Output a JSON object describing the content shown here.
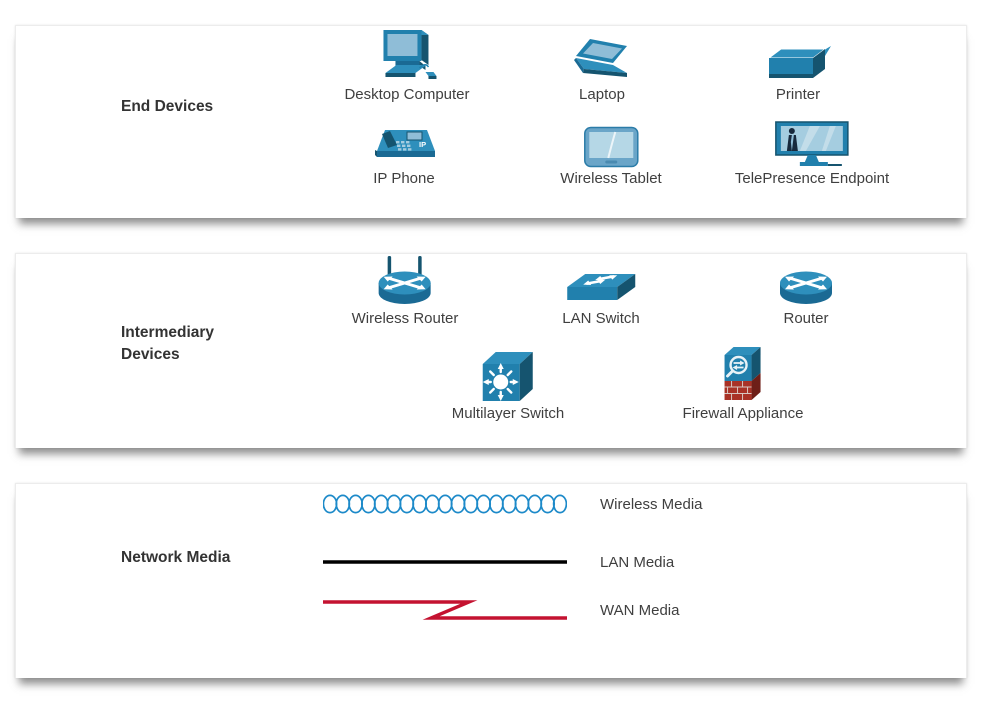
{
  "sections": [
    {
      "title": "End Devices",
      "items": [
        {
          "label": "Desktop Computer"
        },
        {
          "label": "Laptop"
        },
        {
          "label": "Printer"
        },
        {
          "label": "IP Phone"
        },
        {
          "label": "Wireless Tablet"
        },
        {
          "label": "TelePresence Endpoint"
        }
      ]
    },
    {
      "title": "Intermediary Devices",
      "items": [
        {
          "label": "Wireless Router"
        },
        {
          "label": "LAN Switch"
        },
        {
          "label": "Router"
        },
        {
          "label": "Multilayer Switch"
        },
        {
          "label": "Firewall Appliance"
        }
      ]
    },
    {
      "title": "Network Media",
      "items": [
        {
          "label": "Wireless Media"
        },
        {
          "label": "LAN Media"
        },
        {
          "label": "WAN Media"
        }
      ]
    }
  ],
  "icons": {
    "ip_phone_badge": "IP"
  },
  "colors": {
    "device_blue": "#2180ad",
    "device_blue_light": "#2e8fbc",
    "device_blue_dark": "#15546f",
    "screen_blue": "#8fbdd7",
    "brick_red": "#a93226",
    "wireless_media_blue": "#1d8ac9",
    "lan_media_black": "#000000",
    "wan_media_red": "#c41230",
    "title_text": "#333333",
    "label_text": "#3f3f3f"
  }
}
